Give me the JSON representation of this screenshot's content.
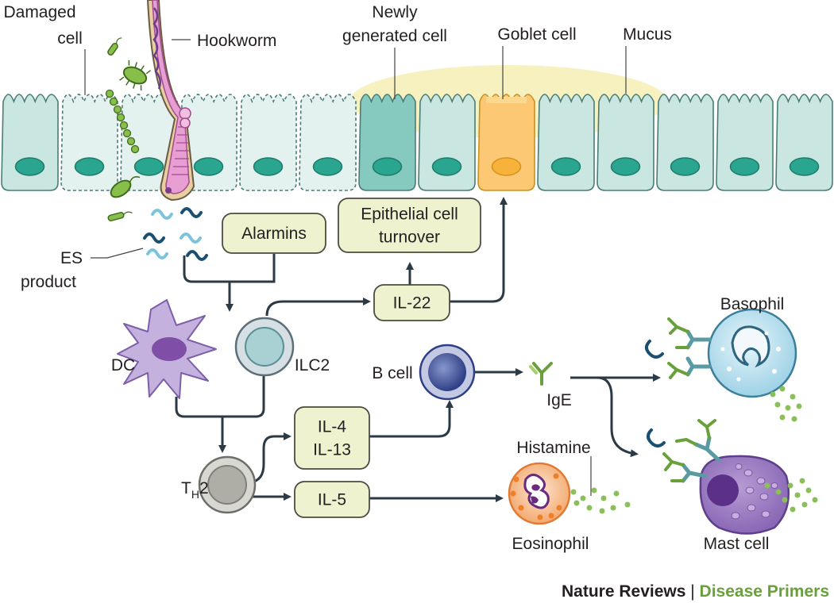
{
  "labels": {
    "damaged_cell_1": "Damaged",
    "damaged_cell_2": "cell",
    "hookworm": "Hookworm",
    "newly_generated_1": "Newly",
    "newly_generated_2": "generated cell",
    "goblet_cell": "Goblet cell",
    "mucus": "Mucus",
    "es_product_1": "ES",
    "es_product_2": "product",
    "dc": "DC",
    "ilc2": "ILC2",
    "b_cell": "B cell",
    "th2_main": "T",
    "th2_sub": "H",
    "th2_tail": "2",
    "ige": "IgE",
    "basophil": "Basophil",
    "histamine": "Histamine",
    "eosinophil": "Eosinophil",
    "mast_cell": "Mast cell"
  },
  "boxes": {
    "alarmins": "Alarmins",
    "epithelial_1": "Epithelial cell",
    "epithelial_2": "turnover",
    "il22": "IL-22",
    "il4": "IL-4",
    "il13": "IL-13",
    "il5": "IL-5"
  },
  "credit": {
    "journal": "Nature Reviews",
    "separator": " | ",
    "series": "Disease Primers"
  },
  "colors": {
    "epithelium": "#c9e6e1",
    "damaged_epithelium": "#e4f2ef",
    "new_cell": "#86c9bf",
    "nucleus": "#2aa58f",
    "goblet": "#fcc873",
    "mucus": "#f6f1bf",
    "box_fill": "#eef2cf",
    "arrow": "#2b3a45",
    "series_green": "#6aa03c"
  }
}
